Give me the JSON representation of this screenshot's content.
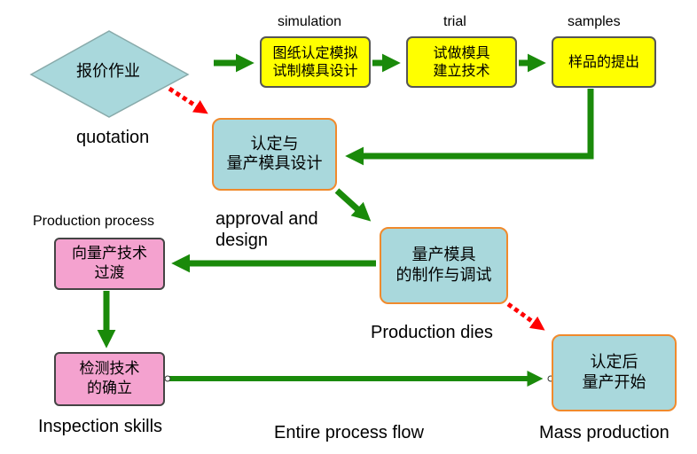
{
  "nodes": {
    "quotation": {
      "text": "报价作业",
      "caption": "quotation"
    },
    "simulation": {
      "text": "图纸认定模拟\n试制模具设计",
      "caption": "simulation"
    },
    "trial": {
      "text": "试做模具\n建立技术",
      "caption": "trial"
    },
    "samples": {
      "text": "样品的提出",
      "caption": "samples"
    },
    "approval": {
      "text": "认定与\n量产模具设计",
      "caption": "approval and\ndesign"
    },
    "production_dies": {
      "text": "量产模具\n的制作与调试",
      "caption": "Production dies"
    },
    "transition": {
      "text": "向量产技术\n过渡",
      "caption": "Production process"
    },
    "inspection": {
      "text": "检测技术\n的确立",
      "caption": "Inspection skills"
    },
    "mass": {
      "text": "认定后\n量产开始",
      "caption": "Mass production"
    }
  },
  "footer": {
    "title": "Entire process flow"
  },
  "colors": {
    "arrow": "#1a8a0a",
    "dashed_arrow": "#ff0000",
    "diamond": "#a9d8dc",
    "yellow": "#ffff00",
    "teal": "#a9d8dc",
    "pink": "#f4a2cf",
    "orange_border": "#f08a2c"
  }
}
